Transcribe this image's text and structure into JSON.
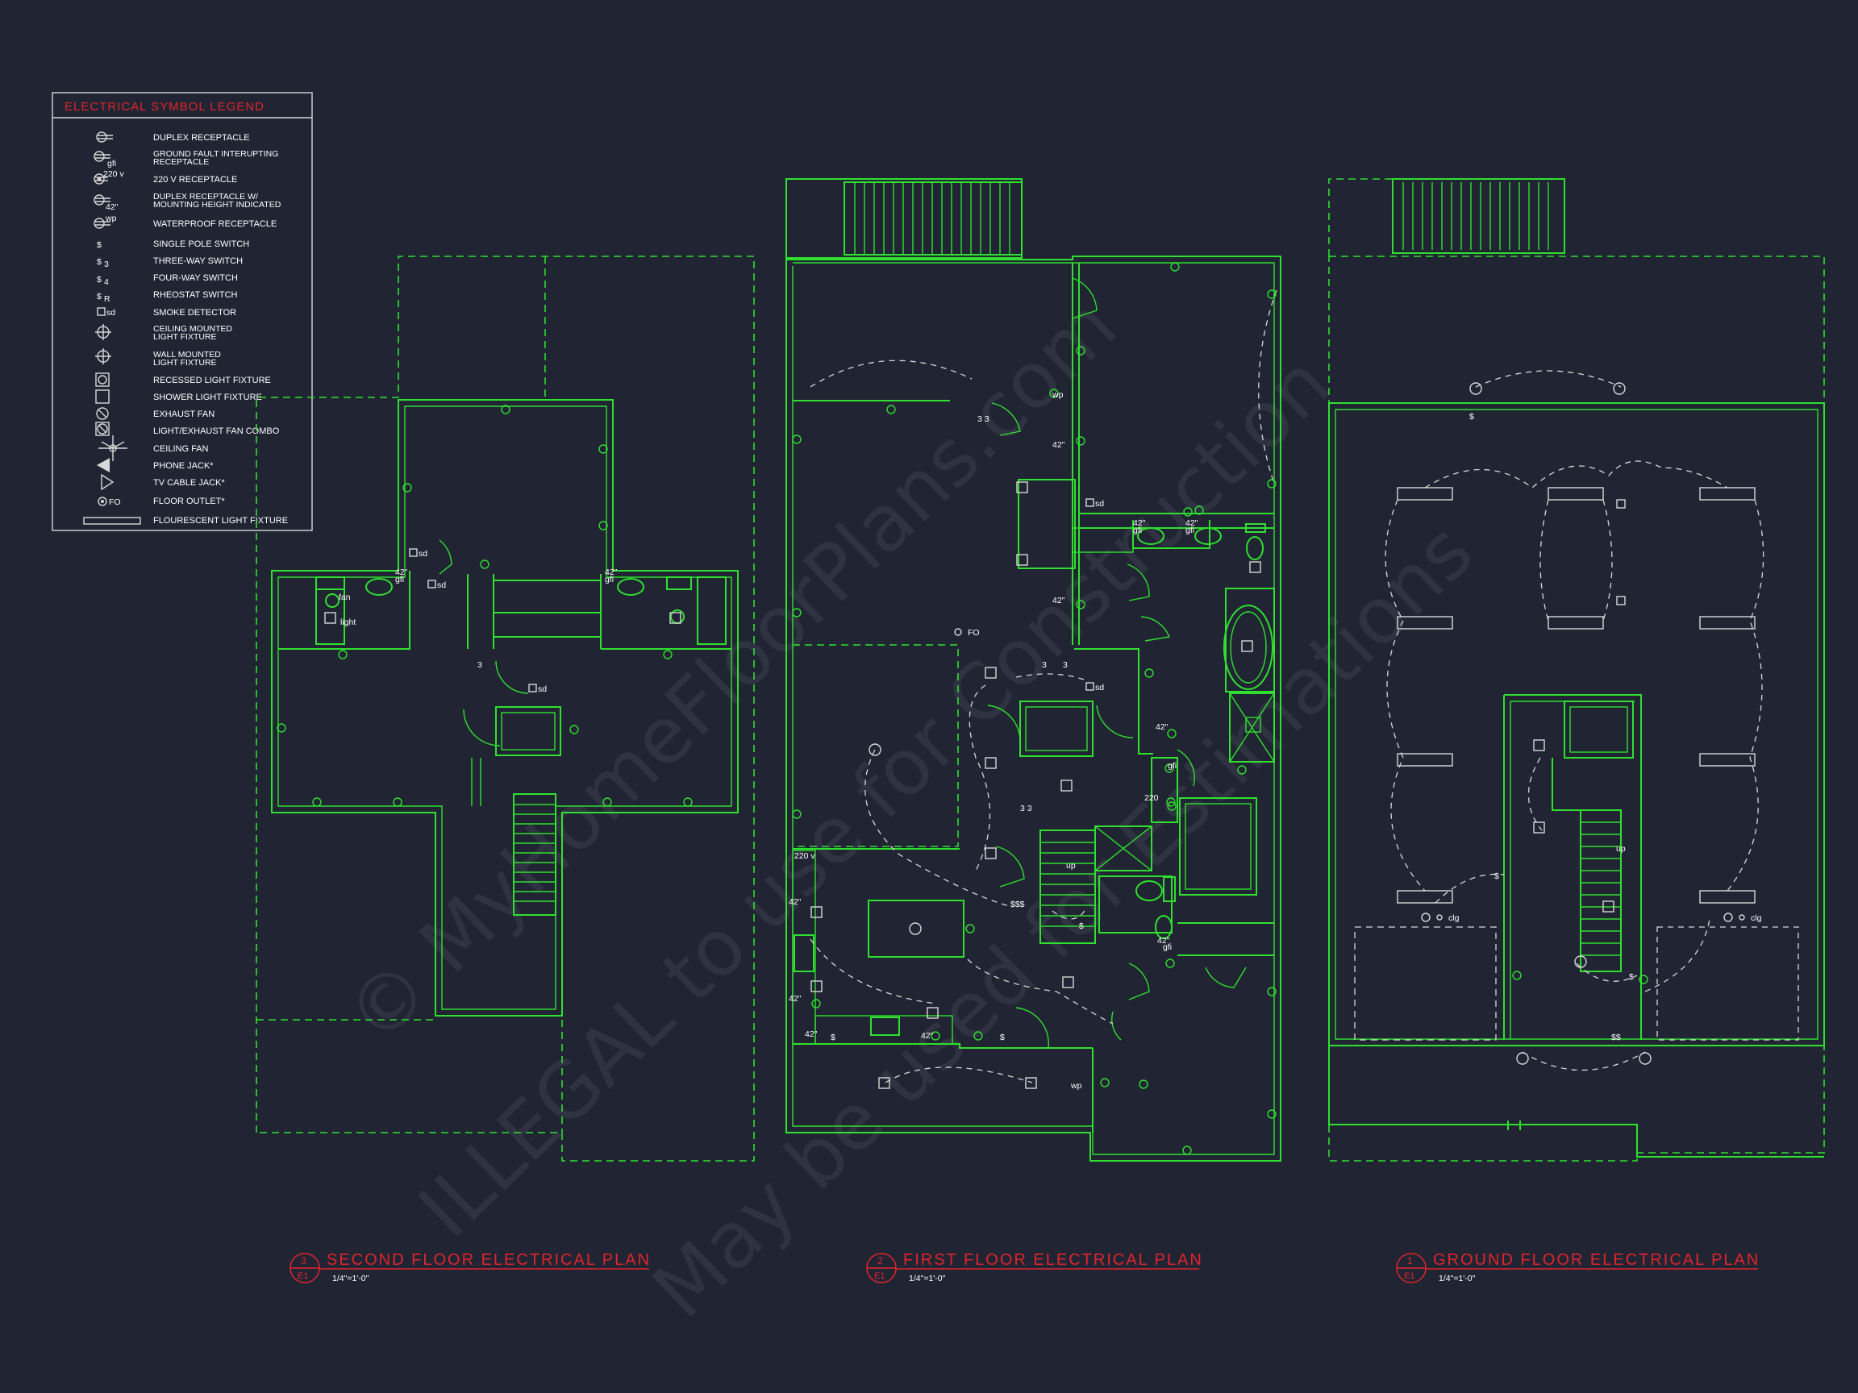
{
  "legend": {
    "title": "ELECTRICAL SYMBOL LEGEND",
    "items": [
      {
        "icon": "duplex-receptacle-icon",
        "label": "DUPLEX RECEPTACLE"
      },
      {
        "icon": "gfi-receptacle-icon",
        "label": "GROUND FAULT INTERUPTING",
        "label2": "RECEPTACLE",
        "tag": "gfi"
      },
      {
        "icon": "220v-receptacle-icon",
        "label": "220 V RECEPTACLE",
        "tag": "220 v"
      },
      {
        "icon": "mounting-height-receptacle-icon",
        "label": "DUPLEX RECEPTACLE W/",
        "label2": "MOUNTING HEIGHT INDICATED",
        "tag": "42\""
      },
      {
        "icon": "waterproof-receptacle-icon",
        "label": "WATERPROOF RECEPTACLE",
        "tag": "wp"
      },
      {
        "icon": "single-pole-switch-icon",
        "label": "SINGLE POLE SWITCH"
      },
      {
        "icon": "three-way-switch-icon",
        "label": "THREE-WAY SWITCH"
      },
      {
        "icon": "four-way-switch-icon",
        "label": "FOUR-WAY SWITCH"
      },
      {
        "icon": "rheostat-switch-icon",
        "label": "RHEOSTAT SWITCH"
      },
      {
        "icon": "smoke-detector-icon",
        "label": "SMOKE DETECTOR",
        "tag": "sd"
      },
      {
        "icon": "ceiling-light-icon",
        "label": "CEILING MOUNTED",
        "label2": "LIGHT FIXTURE"
      },
      {
        "icon": "wall-light-icon",
        "label": "WALL MOUNTED",
        "label2": "LIGHT FIXTURE"
      },
      {
        "icon": "recessed-light-icon",
        "label": "RECESSED LIGHT FIXTURE"
      },
      {
        "icon": "shower-light-icon",
        "label": "SHOWER LIGHT FIXTURE"
      },
      {
        "icon": "exhaust-fan-icon",
        "label": "EXHAUST FAN"
      },
      {
        "icon": "light-fan-combo-icon",
        "label": "LIGHT/EXHAUST FAN COMBO"
      },
      {
        "icon": "ceiling-fan-icon",
        "label": "CEILING FAN"
      },
      {
        "icon": "phone-jack-icon",
        "label": "PHONE JACK*"
      },
      {
        "icon": "tv-cable-jack-icon",
        "label": "TV CABLE JACK*"
      },
      {
        "icon": "floor-outlet-icon",
        "label": "FLOOR OUTLET*",
        "tag": "FO"
      },
      {
        "icon": "fluorescent-light-icon",
        "label": "FLOURESCENT LIGHT FIXTURE"
      }
    ]
  },
  "plans": [
    {
      "number": "3",
      "sheet": "E1",
      "title": "SECOND FLOOR ELECTRICAL PLAN",
      "scale": "1/4\"=1'-0\""
    },
    {
      "number": "2",
      "sheet": "E1",
      "title": "FIRST FLOOR ELECTRICAL PLAN",
      "scale": "1/4\"=1'-0\""
    },
    {
      "number": "1",
      "sheet": "E1",
      "title": "GROUND FLOOR ELECTRICAL PLAN",
      "scale": "1/4\"=1'-0\""
    }
  ],
  "annotations": {
    "fan": "fan",
    "light": "light",
    "sd": "sd",
    "gfi": "gfi",
    "h42": "42\"",
    "v220": "220 v",
    "v220b": "220",
    "fo": "FO",
    "wp": "wp",
    "three": "3",
    "threes": "3 3",
    "up": "up",
    "clg": "clg",
    "sss": "$$$",
    "ss": "$$",
    "s": "$"
  },
  "watermark": {
    "line1": "© MyHomeFloorPlans.com",
    "line2": "ILLEGAL to use for Construction",
    "line3": "May be used for Estimations"
  },
  "colors": {
    "background": "#212433",
    "linework": "#2fe02f",
    "symbols": "#d8d8d8",
    "titles": "#e0242c"
  }
}
